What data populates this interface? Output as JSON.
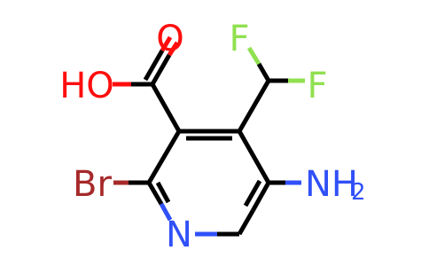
{
  "molecule": {
    "atoms": {
      "O_carbonyl": {
        "symbol": "O",
        "color": "#ff0d0d"
      },
      "HO": {
        "symbol": "HO",
        "color": "#ff0d0d"
      },
      "F1": {
        "symbol": "F",
        "color": "#90e050"
      },
      "F2": {
        "symbol": "F",
        "color": "#90e050"
      },
      "Br": {
        "symbol": "Br",
        "color": "#a62929"
      },
      "N_ring": {
        "symbol": "N",
        "color": "#3050f8"
      },
      "NH2": {
        "symbol": "NH",
        "subscript": "2",
        "color": "#3050f8"
      }
    },
    "bond_color": "#000000"
  }
}
